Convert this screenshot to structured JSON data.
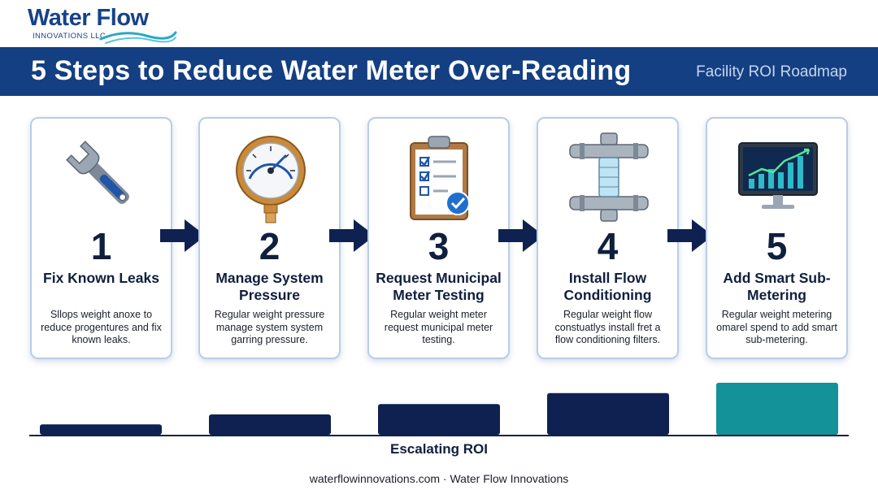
{
  "brand": {
    "logo_main": "Water Flow",
    "logo_sub": "INNOVATIONS LLC"
  },
  "banner": {
    "title": "5 Steps to Reduce Water Meter Over-Reading",
    "subtitle": "Facility ROI Roadmap"
  },
  "steps": [
    {
      "number": "1",
      "title": "Fix Known Leaks",
      "description": "Sllops weight anoxe to reduce progentures and fix known leaks.",
      "icon": "wrench-icon"
    },
    {
      "number": "2",
      "title": "Manage System Pressure",
      "description": "Regular weight pressure manage system system garring pressure.",
      "icon": "pressure-gauge-icon"
    },
    {
      "number": "3",
      "title": "Request Municipal Meter Testing",
      "description": "Regular weight meter request municipal meter testing.",
      "icon": "clipboard-checklist-icon"
    },
    {
      "number": "4",
      "title": "Install Flow Conditioning",
      "description": "Regular weight flow constuatlys install fret a flow conditioning filters.",
      "icon": "pipe-fitting-icon"
    },
    {
      "number": "5",
      "title": "Add Smart Sub-Metering",
      "description": "Regular weight metering omarel spend to add smart sub-metering.",
      "icon": "monitor-chart-icon"
    }
  ],
  "roi": {
    "label": "Escalating ROI",
    "levels": [
      0.2,
      0.39,
      0.59,
      0.8,
      1.0
    ],
    "bar_color": "#0f2150",
    "highlight_color": "#13929a"
  },
  "footer": {
    "text": "waterflowinnovations.com · Water Flow Innovations"
  },
  "colors": {
    "brand_blue": "#143f82",
    "card_border": "#b9cde8",
    "arrow": "#0f2150"
  }
}
